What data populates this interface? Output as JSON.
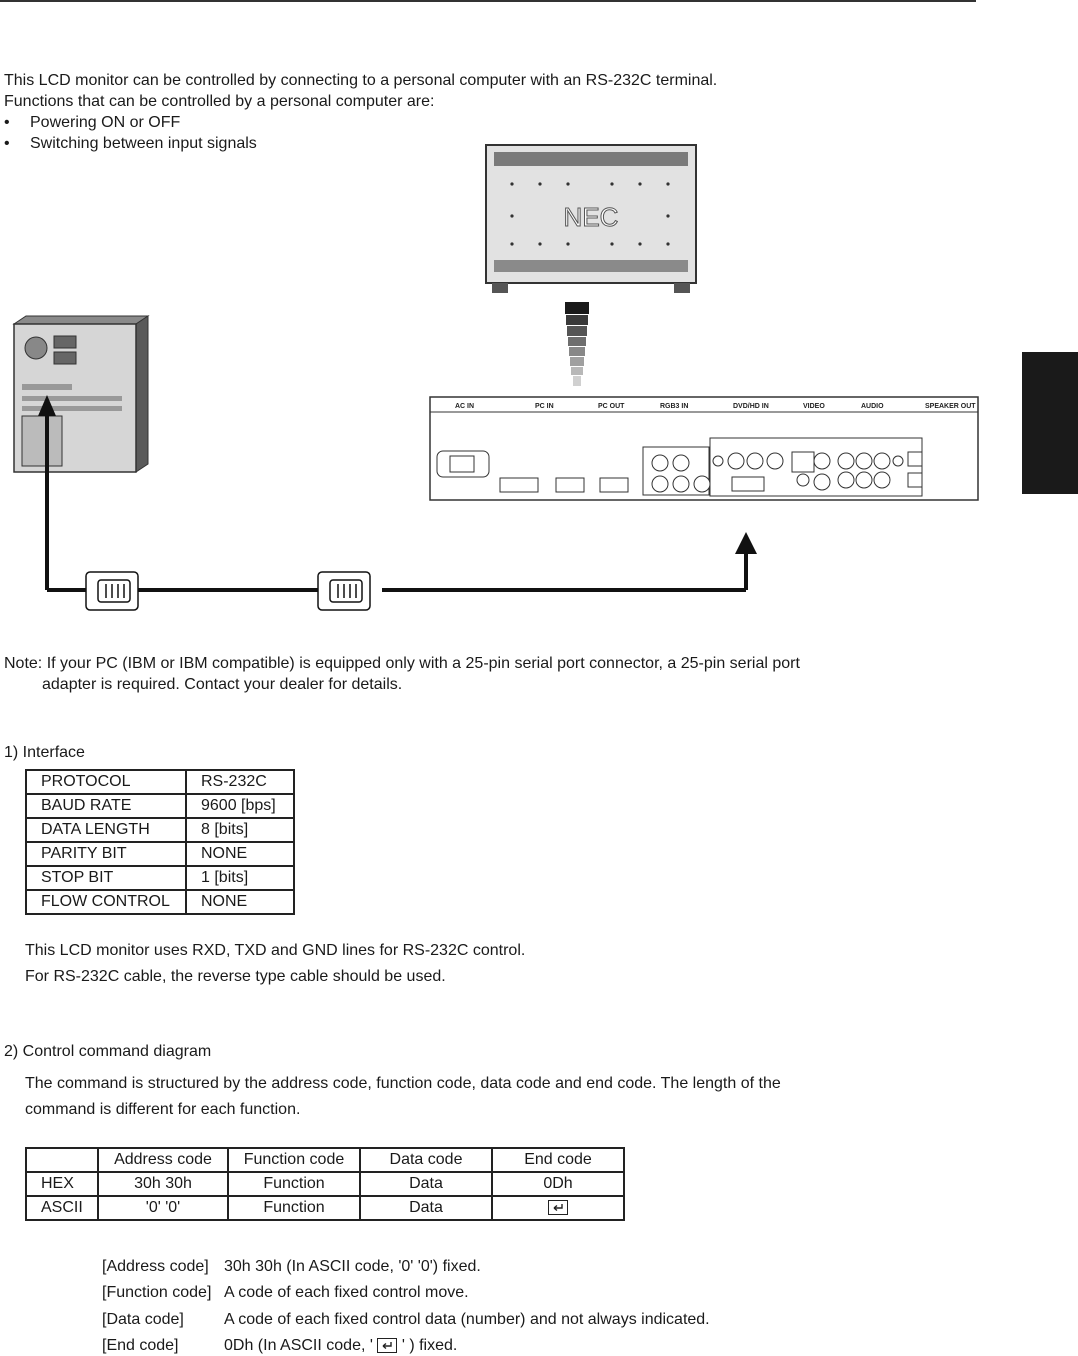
{
  "intro": {
    "line1": "This LCD monitor can be controlled by connecting to a personal computer with an RS-232C terminal.",
    "line2": "Functions that can be controlled by a personal computer are:",
    "bullets": [
      "Powering ON or OFF",
      "Switching between input signals"
    ]
  },
  "diagram": {
    "monitor_logo": "NEC",
    "panel_labels": [
      "AC IN",
      "PC IN",
      "PC OUT",
      "RGB3 IN",
      "DVD/HD IN",
      "VIDEO",
      "AUDIO",
      "SPEAKER OUT"
    ]
  },
  "note": {
    "line1": "Note: If your PC (IBM or IBM compatible) is equipped only with a 25-pin serial port connector, a 25-pin serial port",
    "line2": "adapter is required.  Contact your dealer for details."
  },
  "interface": {
    "heading": "1) Interface",
    "rows": [
      {
        "label": "PROTOCOL",
        "value": "RS-232C"
      },
      {
        "label": "BAUD RATE",
        "value": "9600 [bps]"
      },
      {
        "label": "DATA LENGTH",
        "value": "8 [bits]"
      },
      {
        "label": "PARITY BIT",
        "value": "NONE"
      },
      {
        "label": "STOP BIT",
        "value": "1 [bits]"
      },
      {
        "label": "FLOW CONTROL",
        "value": "NONE"
      }
    ],
    "note1": "This LCD monitor uses RXD, TXD and GND lines for RS-232C control.",
    "note2": "For RS-232C cable, the reverse type cable should be used."
  },
  "command": {
    "heading": "2) Control command diagram",
    "desc1": "The command is structured by the address code, function code, data code and end code.  The length of the",
    "desc2": "command is different for each function.",
    "table": {
      "headers": [
        "",
        "Address code",
        "Function code",
        "Data code",
        "End code"
      ],
      "hex": [
        "HEX",
        "30h 30h",
        "Function",
        "Data",
        "0Dh"
      ],
      "ascii": [
        "ASCII",
        "'0' '0'",
        "Function",
        "Data"
      ]
    },
    "definitions": [
      {
        "key": "[Address code]",
        "value": "30h 30h (In ASCII code, '0' '0') fixed."
      },
      {
        "key": "[Function code]",
        "value": "A code of each fixed control move."
      },
      {
        "key": "[Data code]",
        "value": "A code of each fixed control data (number) and not always indicated."
      },
      {
        "key": "[End code]",
        "value_pre": "0Dh (In ASCII code, '",
        "value_post": "' ) fixed."
      }
    ]
  }
}
